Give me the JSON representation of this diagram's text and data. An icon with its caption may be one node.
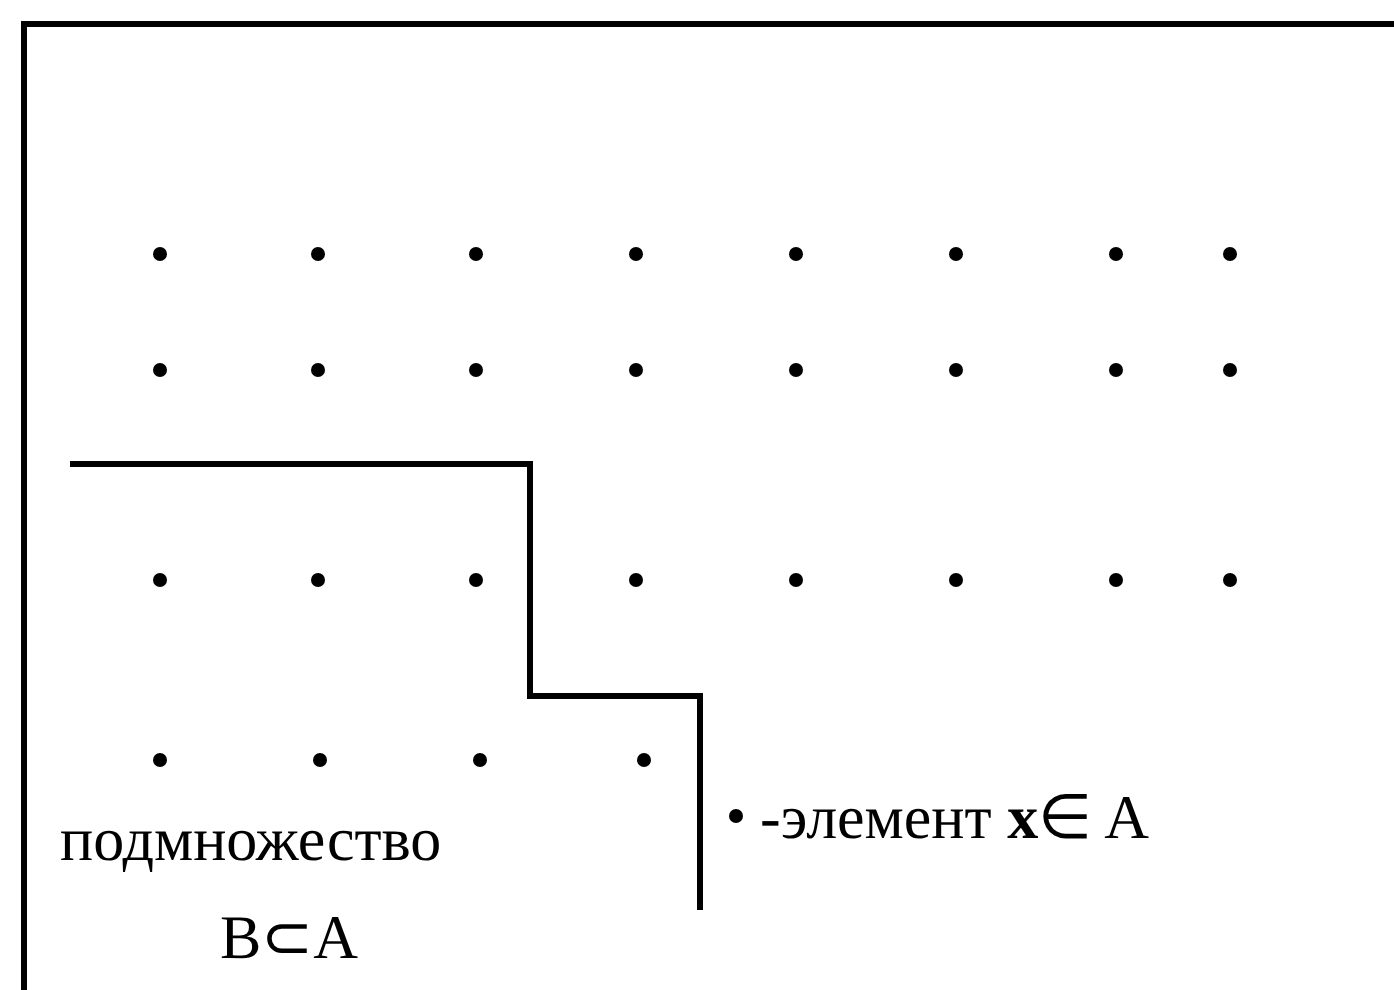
{
  "diagram": {
    "nodes": [
      {
        "text": [
          "подмножество",
          "B⊂A"
        ]
      }
    ],
    "edges": [],
    "legend": [
      {
        "text": "-элемент **x**∈ A"
      }
    ]
  }
}
